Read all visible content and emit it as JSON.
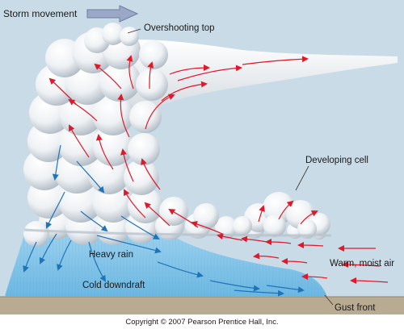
{
  "labels": {
    "storm_movement": "Storm movement",
    "overshooting_top": "Overshooting top",
    "developing_cell": "Developing cell",
    "heavy_rain": "Heavy rain",
    "cold_downdraft": "Cold downdraft",
    "warm_moist_air": "Warm, moist air",
    "gust_front": "Gust front"
  },
  "copyright": "Copyright © 2007 Pearson Prentice Hall, Inc.",
  "colors": {
    "sky": "#c9dbe6",
    "updraft_arrow": "#e0192a",
    "downdraft_arrow": "#1f74b8",
    "rain": "#7fc3e8",
    "ground": "#b9ab92",
    "storm_movement_arrow": "#9aa7c7"
  }
}
